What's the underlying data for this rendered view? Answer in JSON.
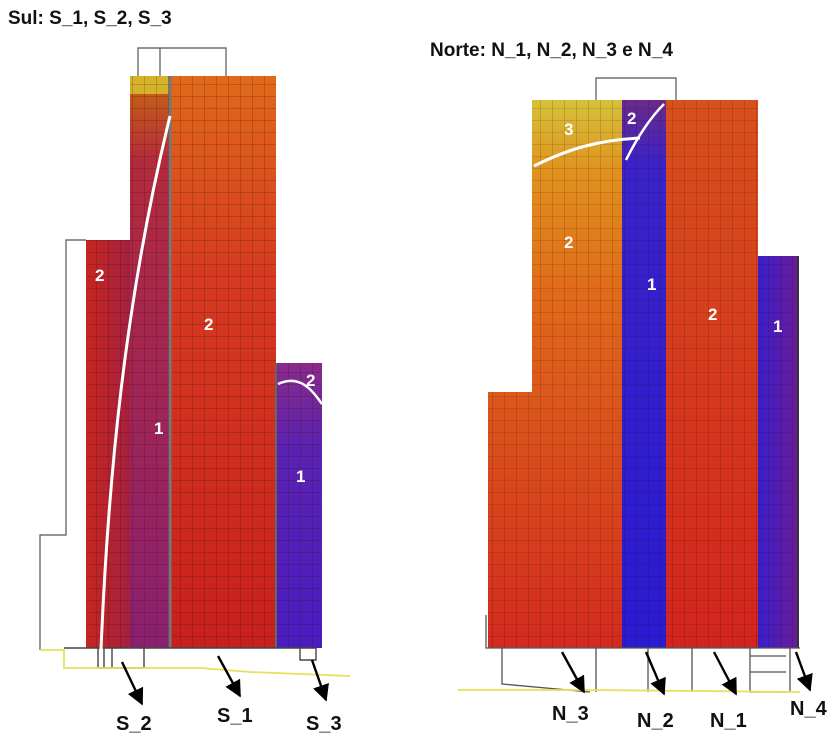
{
  "south": {
    "title": "Sul: S_1, S_2, S_3",
    "zone_labels": [
      "2",
      "2",
      "1",
      "2",
      "1"
    ],
    "stations": [
      "S_2",
      "S_1",
      "S_3"
    ]
  },
  "north": {
    "title": "Norte: N_1, N_2, N_3 e  N_4",
    "zone_labels": [
      "3",
      "2",
      "2",
      "1",
      "2",
      "1"
    ],
    "stations": [
      "N_3",
      "N_2",
      "N_1",
      "N_4"
    ]
  },
  "colors": {
    "zone_1": "#3a1fc0",
    "zone_2": "#d2301f",
    "zone_3": "#d4c83a",
    "boundary_line": "#ffffff",
    "ground_line": "#e6e05a",
    "outline": "#555555"
  }
}
